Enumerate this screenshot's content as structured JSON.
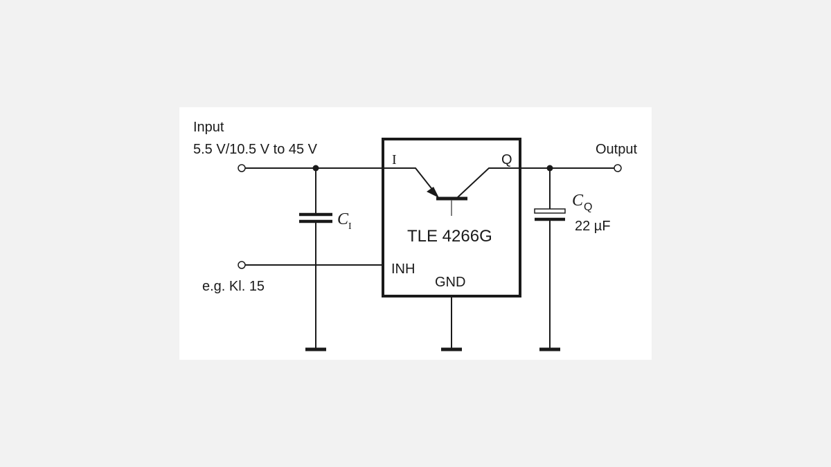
{
  "input": {
    "title": "Input",
    "voltage_range": "5.5 V/10.5 V to 45 V"
  },
  "output": {
    "title": "Output"
  },
  "inhibit": {
    "note": "e.g. Kl. 15"
  },
  "ic": {
    "name": "TLE 4266G",
    "pins": {
      "input": "I",
      "output": "Q",
      "inhibit": "INH",
      "ground": "GND"
    }
  },
  "cap_input": {
    "symbol": "C",
    "subscript": "I"
  },
  "cap_output": {
    "symbol": "C",
    "subscript": "Q",
    "value": "22 µF"
  },
  "colors": {
    "page_background": "#f2f2f2",
    "panel_background": "#ffffff",
    "ink": "#1a1a1a"
  }
}
